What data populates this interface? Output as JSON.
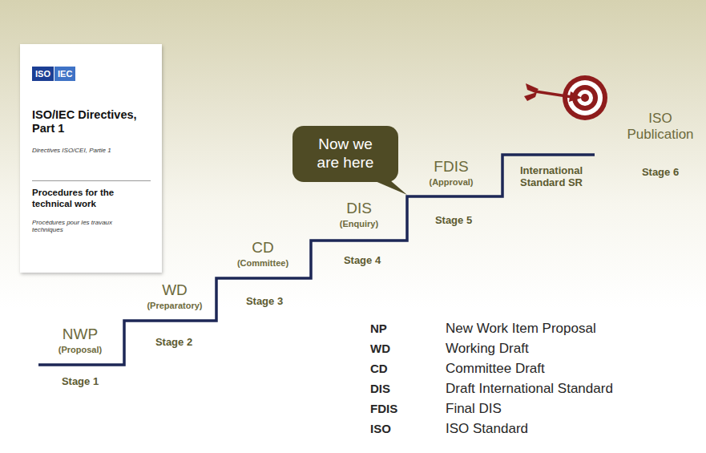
{
  "diagram": {
    "nodes": [
      {
        "text": [
          "ISO",
          "IEC",
          "ISO/IEC Directives, Part 1",
          "Directives ISO/CEI, Partie 1",
          "Procedures for the technical work",
          "Procédures pour les travaux techniques"
        ]
      },
      {
        "text": [
          "Now we are here"
        ]
      }
    ],
    "labels": [
      "NWP",
      "(Proposal)",
      "Stage 1",
      "WD",
      "(Preparatory)",
      "Stage 2",
      "CD",
      "(Committee)",
      "Stage 3",
      "DIS",
      "(Enquiry)",
      "Stage 4",
      "FDIS",
      "(Approval)",
      "Stage 5",
      "International Standard SR",
      "ISO Publication",
      "Stage 6",
      "NP",
      "New Work Item Proposal",
      "WD",
      "Working Draft",
      "CD",
      "Committee Draft",
      "DIS",
      "Draft International Standard",
      "FDIS",
      "Final DIS",
      "ISO",
      "ISO Standard"
    ]
  }
}
